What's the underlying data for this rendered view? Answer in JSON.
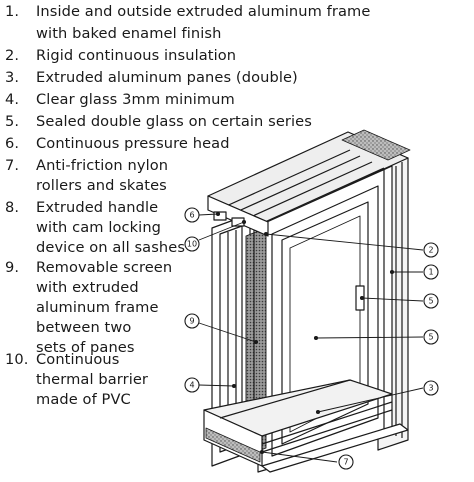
{
  "legend": [
    {
      "num": "1.",
      "lines": [
        "Inside and outside extruded aluminum frame",
        "with baked enamel finish"
      ]
    },
    {
      "num": "2.",
      "lines": [
        "Rigid continuous insulation"
      ]
    },
    {
      "num": "3.",
      "lines": [
        "Extruded aluminum panes (double)"
      ]
    },
    {
      "num": "4.",
      "lines": [
        "Clear glass 3mm minimum"
      ]
    },
    {
      "num": "5.",
      "lines": [
        "Sealed double glass on certain series"
      ]
    },
    {
      "num": "6.",
      "lines": [
        "Continuous pressure head"
      ]
    },
    {
      "num": "7.",
      "lines": [
        "Anti-friction nylon",
        "rollers and skates"
      ]
    },
    {
      "num": "8.",
      "lines": [
        "Extruded handle",
        "with cam locking",
        "device on all sashes"
      ]
    },
    {
      "num": "9.",
      "lines": [
        "Removable screen",
        "with extruded",
        "aluminum frame",
        "between two",
        "sets of panes"
      ]
    },
    {
      "num": "10.",
      "lines": [
        "Continuous",
        "thermal barrier",
        "made of PVC"
      ]
    }
  ],
  "callouts": [
    "6",
    "10",
    "2",
    "1",
    "5",
    "9",
    "5",
    "4",
    "3",
    "7"
  ]
}
